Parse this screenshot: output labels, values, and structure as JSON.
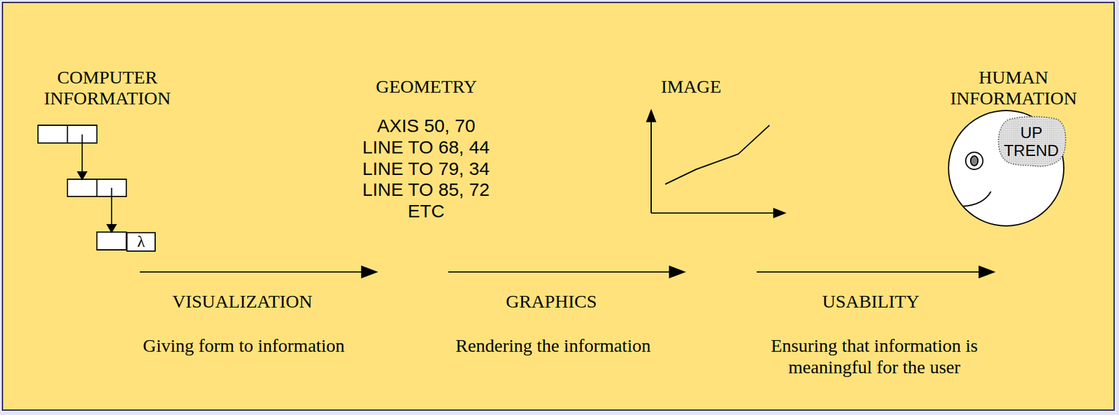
{
  "diagram": {
    "nodes": [
      {
        "text": [
          "λ"
        ]
      },
      {
        "text": [
          "UP TREND"
        ]
      }
    ],
    "labels": [
      "COMPUTER INFORMATION",
      "GEOMETRY",
      "AXIS 50, 70",
      "LINE TO 68, 44",
      "LINE TO 79, 34",
      "LINE TO 85, 72",
      "ETC",
      "IMAGE",
      "HUMAN INFORMATION",
      "VISUALIZATION",
      "Giving form to information",
      "GRAPHICS",
      "Rendering the information",
      "USABILITY",
      "Ensuring that information is meaningful for the user"
    ]
  }
}
